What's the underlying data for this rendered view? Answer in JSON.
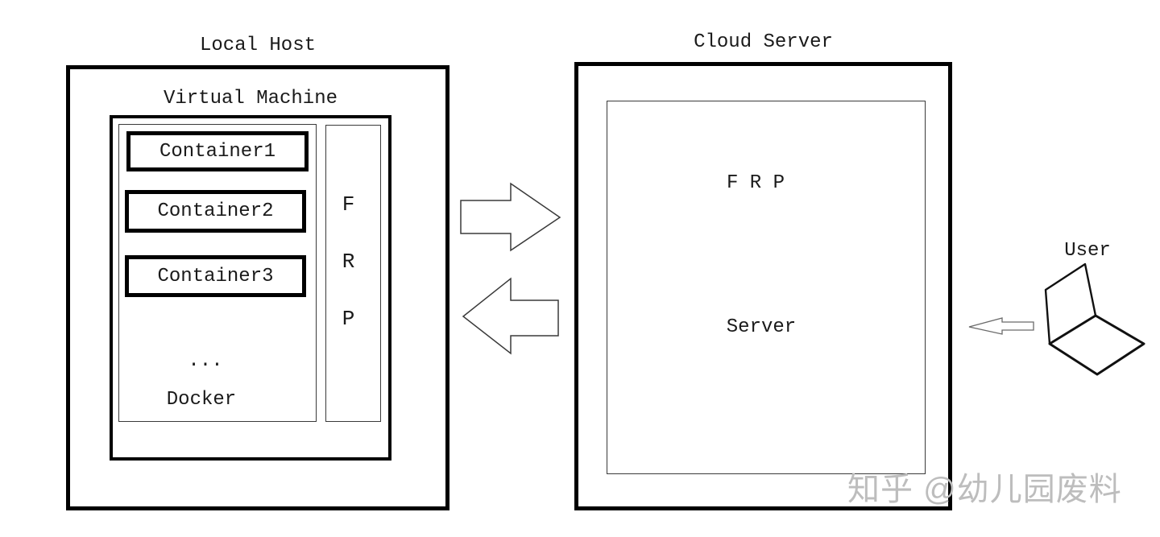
{
  "diagram": {
    "local_host": {
      "title": "Local Host",
      "virtual_machine": {
        "title": "Virtual Machine",
        "docker": {
          "containers": [
            "Container1",
            "Container2",
            "Container3"
          ],
          "ellipsis": "...",
          "label": "Docker"
        },
        "frp_client": {
          "letters": [
            "F",
            "R",
            "P"
          ]
        }
      }
    },
    "cloud_server": {
      "title": "Cloud Server",
      "inner_box": {
        "line1": "F R P",
        "line2": "Server"
      }
    },
    "user": {
      "label": "User"
    },
    "icons": [
      "upload-arrow-icon",
      "download-arrow-icon",
      "user-request-arrow-icon",
      "laptop-icon"
    ],
    "watermark": "知乎 @幼儿园废料",
    "colors": {
      "line_thick": "#000000",
      "line_thin": "#3a3a3a",
      "watermark": "#bdbdbd",
      "background": "#ffffff"
    }
  }
}
